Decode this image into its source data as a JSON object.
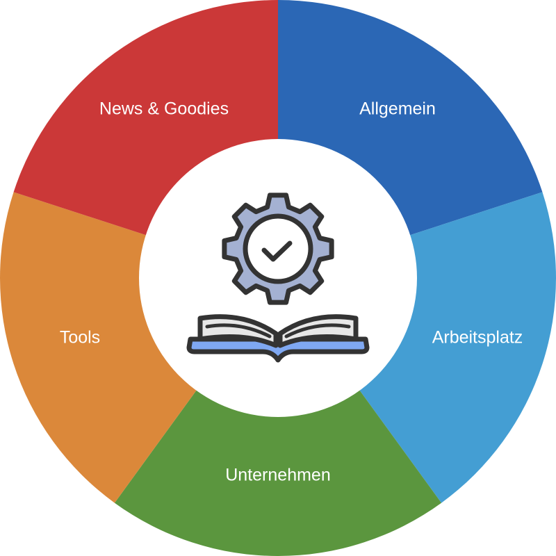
{
  "wheel": {
    "segments": [
      {
        "id": "allgemein",
        "label": "Allgemein",
        "color": "#2B67B5"
      },
      {
        "id": "arbeitsplatz",
        "label": "Arbeitsplatz",
        "color": "#449ED3"
      },
      {
        "id": "unternehmen",
        "label": "Unternehmen",
        "color": "#5B963E"
      },
      {
        "id": "tools",
        "label": "Tools",
        "color": "#DB883A"
      },
      {
        "id": "news-goodies",
        "label": "News & Goodies",
        "color": "#CB3838"
      }
    ],
    "center_icon": "gear-checkmark-book-icon",
    "icon_colors": {
      "outline": "#333333",
      "gear_fill": "#A4B1D2",
      "book_pages": "#E7E7E7",
      "book_cover": "#7FA8F2"
    }
  }
}
